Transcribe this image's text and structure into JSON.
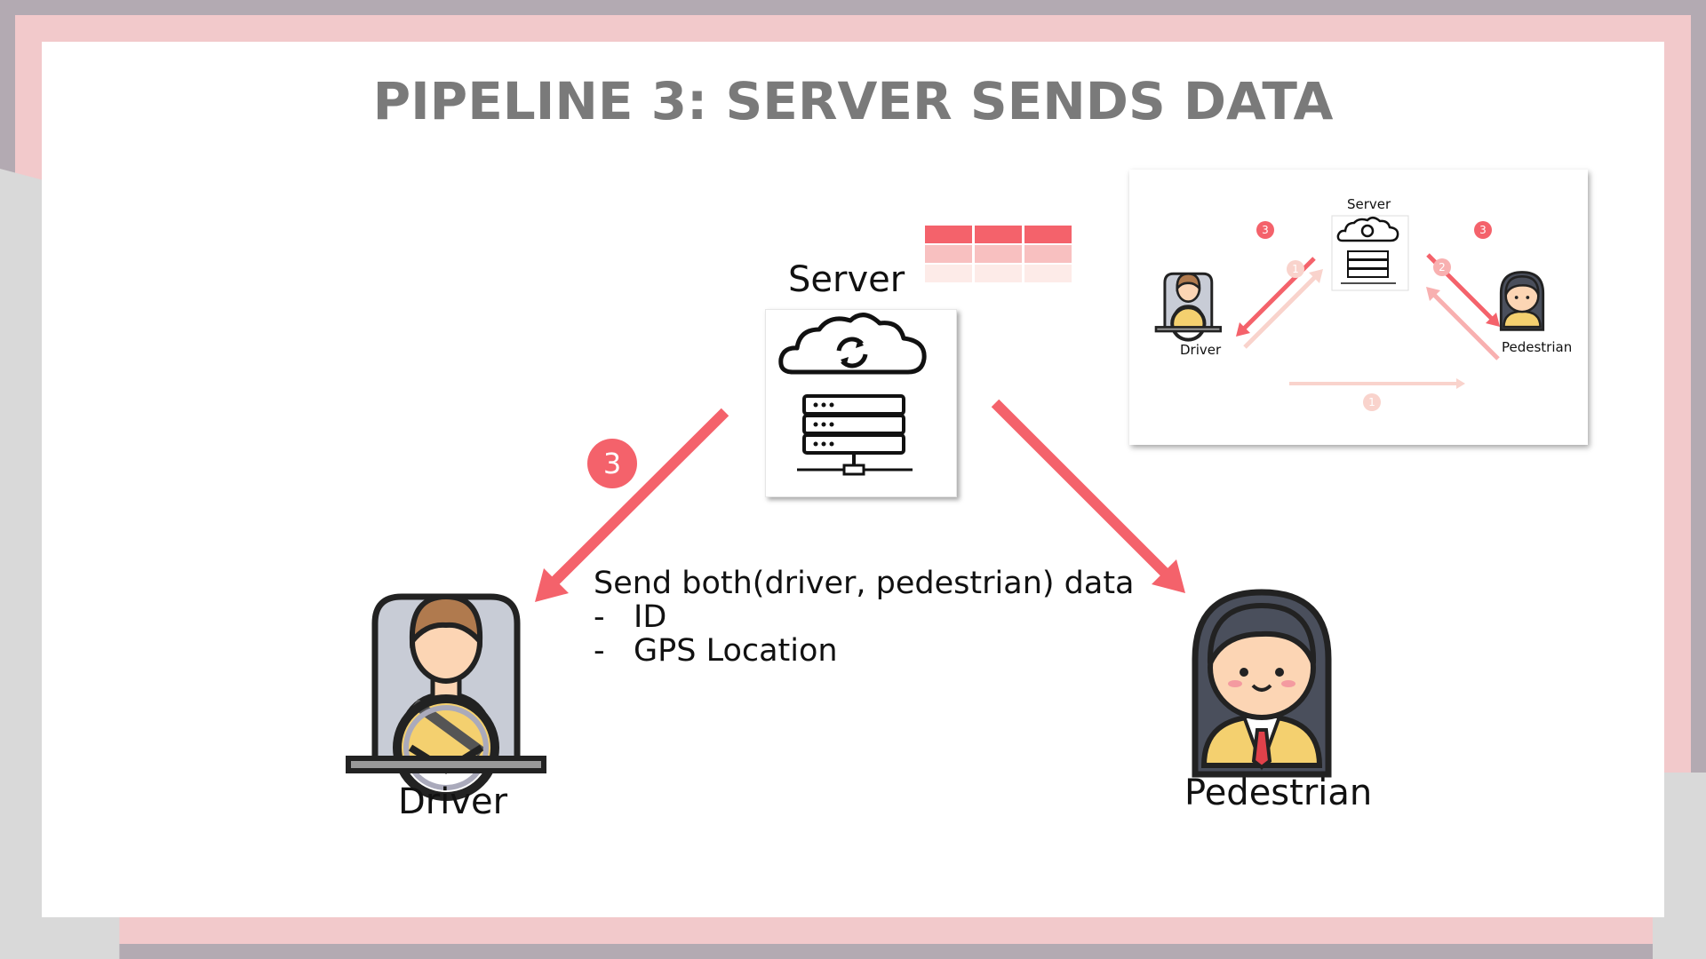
{
  "title": "PIPELINE 3: SERVER SENDS DATA",
  "main": {
    "server_label": "Server",
    "driver_label": "Driver",
    "pedestrian_label": "Pedestrian",
    "step_badge": "3",
    "description": {
      "heading": "Send both(driver, pedestrian) data",
      "bullets": [
        "ID",
        "GPS Location"
      ],
      "bullet_marker": "-"
    }
  },
  "inset": {
    "server_label": "Server",
    "driver_label": "Driver",
    "pedestrian_label": "Pedestrian",
    "badges": [
      "3",
      "1",
      "2",
      "3",
      "1"
    ]
  },
  "colors": {
    "accent": "#f4626b",
    "accent_light": "#f8b0b0",
    "accent_faint": "#fbe0dc",
    "title_grey": "#7a7a7a"
  }
}
